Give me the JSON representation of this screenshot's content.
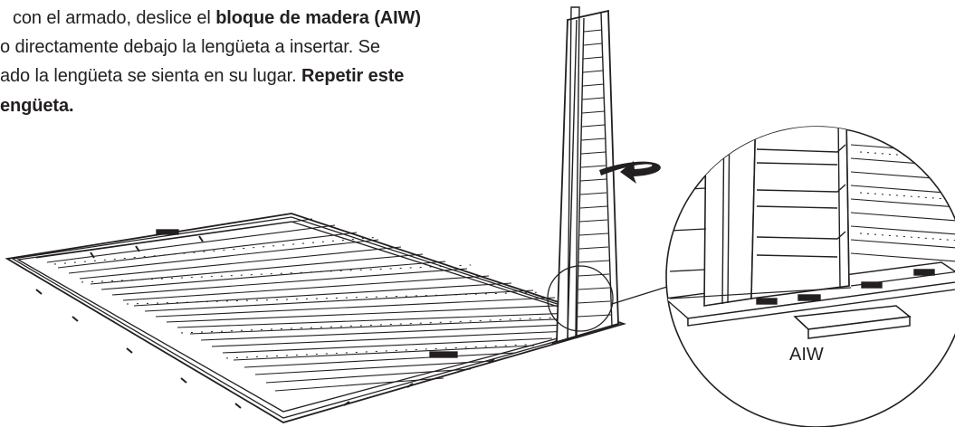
{
  "instructions": {
    "line1": "con el armado, deslice el ",
    "line1_bold": "bloque de madera (AIW)",
    "line2": "o directamente debajo la lengüeta a insertar. Se",
    "line3": "ado la lengüeta se sienta en su lugar. ",
    "line3_bold": "Repetir este",
    "line4_bold": "engüeta."
  },
  "callout_label": "AIW"
}
